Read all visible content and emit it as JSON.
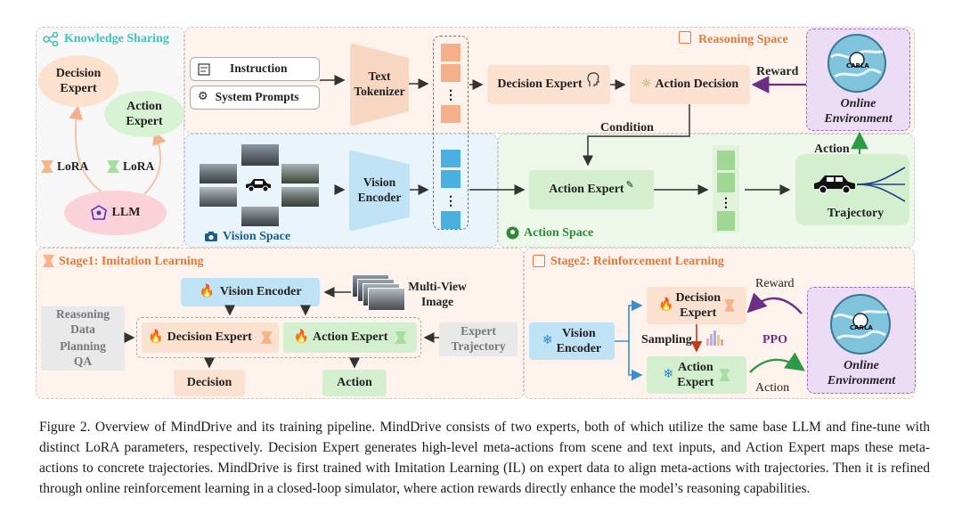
{
  "knowledge_sharing": {
    "title": "Knowledge Sharing",
    "decision_expert": "Decision\nExpert",
    "action_expert": "Action\nExpert",
    "lora_a": "LoRA",
    "lora_b": "LoRA",
    "llm": "LLM"
  },
  "reasoning_space": {
    "title": "Reasoning Space",
    "instruction": "Instruction",
    "system_prompts": "System Prompts",
    "text_tokenizer": "Text\nTokenizer",
    "decision_expert": "Decision Expert",
    "action_decision": "Action Decision",
    "reward": "Reward",
    "condition": "Condition"
  },
  "environment": {
    "carla": "CARLA",
    "label": "Online\nEnvironment"
  },
  "vision_space": {
    "title": "Vision Space",
    "vision_encoder": "Vision\nEncoder"
  },
  "action_space": {
    "title": "Action Space",
    "action_expert": "Action Expert",
    "trajectory": "Trajectory",
    "action": "Action"
  },
  "stage1": {
    "title": "Stage1: Imitation Learning",
    "vision_encoder": "Vision Encoder",
    "multi_view": "Multi-View\nImage",
    "reasoning_data": "Reasoning\nData",
    "planning_qa": "Planning\nQA",
    "decision_expert": "Decision Expert",
    "action_expert": "Action Expert",
    "expert_trajectory": "Expert\nTrajectory",
    "decision": "Decision",
    "action": "Action"
  },
  "stage2": {
    "title": "Stage2: Reinforcement Learning",
    "vision_encoder": "Vision\nEncoder",
    "decision_expert": "Decision\nExpert",
    "action_expert": "Action\nExpert",
    "sampling": "Sampling",
    "ppo": "PPO",
    "reward": "Reward",
    "action": "Action",
    "carla": "CARLA",
    "environment": "Online\nEnvironment"
  },
  "caption": "Figure 2. Overview of MindDrive and its training pipeline. MindDrive consists of two experts, both of which utilize the same base LLM and fine-tune with distinct LoRA parameters, respectively. Decision Expert generates high-level meta-actions from scene and text inputs, and Action Expert maps these meta-actions to concrete trajectories. MindDrive is first trained with Imitation Learning (IL) on expert data to align meta-actions with trajectories. Then it is refined through online reinforcement learning in a closed-loop simulator, where action rewards directly enhance the model’s reasoning capabilities.",
  "colors": {
    "teal": "#45c2b4",
    "orange_title": "#e07a3f",
    "green_title": "#2f8a3a",
    "blue_title": "#1f5d86",
    "peach": "#fbe3d3",
    "mint": "#ddf2d6",
    "sky": "#d9ecf8",
    "lavender": "#e8d8f4",
    "gray_box": "#e9e9e9"
  },
  "icons": [
    "share-icon",
    "reasoning-icon",
    "instruction-icon",
    "gear-icon",
    "head-icon",
    "lightbulb-icon",
    "camera-icon",
    "pin-icon",
    "car-icon",
    "fire-icon",
    "snowflake-icon",
    "lora-icon",
    "llm-icon",
    "bar-chart-icon",
    "hand-icon"
  ]
}
